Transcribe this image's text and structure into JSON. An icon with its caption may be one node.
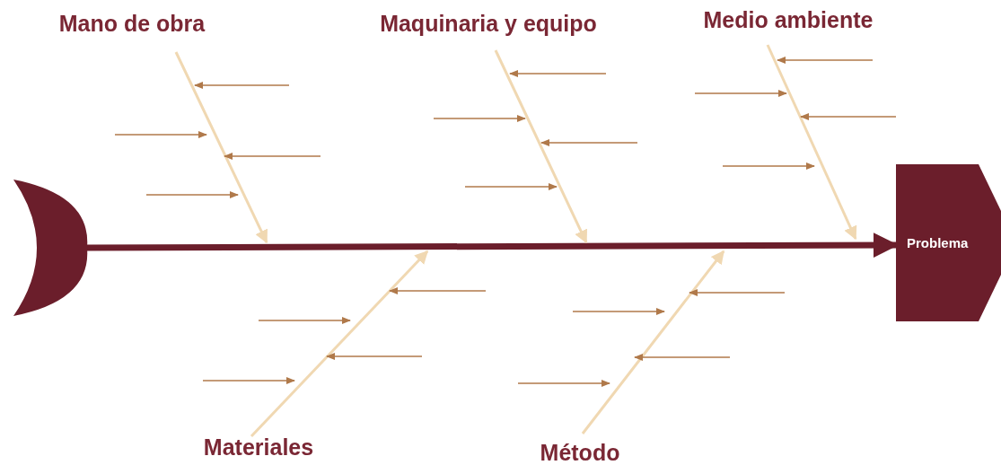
{
  "diagram": {
    "nodes": [
      {
        "text": [
          "Mano de obra"
        ]
      },
      {
        "text": [
          "Maquinaria y equipo"
        ]
      },
      {
        "text": [
          "Medio ambiente"
        ]
      },
      {
        "text": [
          "Materiales"
        ]
      },
      {
        "text": [
          "Método"
        ]
      },
      {
        "text": [],
        "shape": "crescent"
      },
      {
        "text": [
          "Problema"
        ]
      }
    ],
    "edges": [
      {
        "from": 5,
        "to": 6,
        "arrow": "to",
        "style": "thick",
        "color": "#6b1e2b"
      },
      {
        "from": 0,
        "to": null,
        "arrow": "to"
      },
      {
        "from": 1,
        "to": null,
        "arrow": "to"
      },
      {
        "from": 2,
        "to": null,
        "arrow": "to"
      },
      {
        "from": 3,
        "to": null,
        "arrow": "to"
      },
      {
        "from": 4,
        "to": null,
        "arrow": "to"
      }
    ]
  }
}
